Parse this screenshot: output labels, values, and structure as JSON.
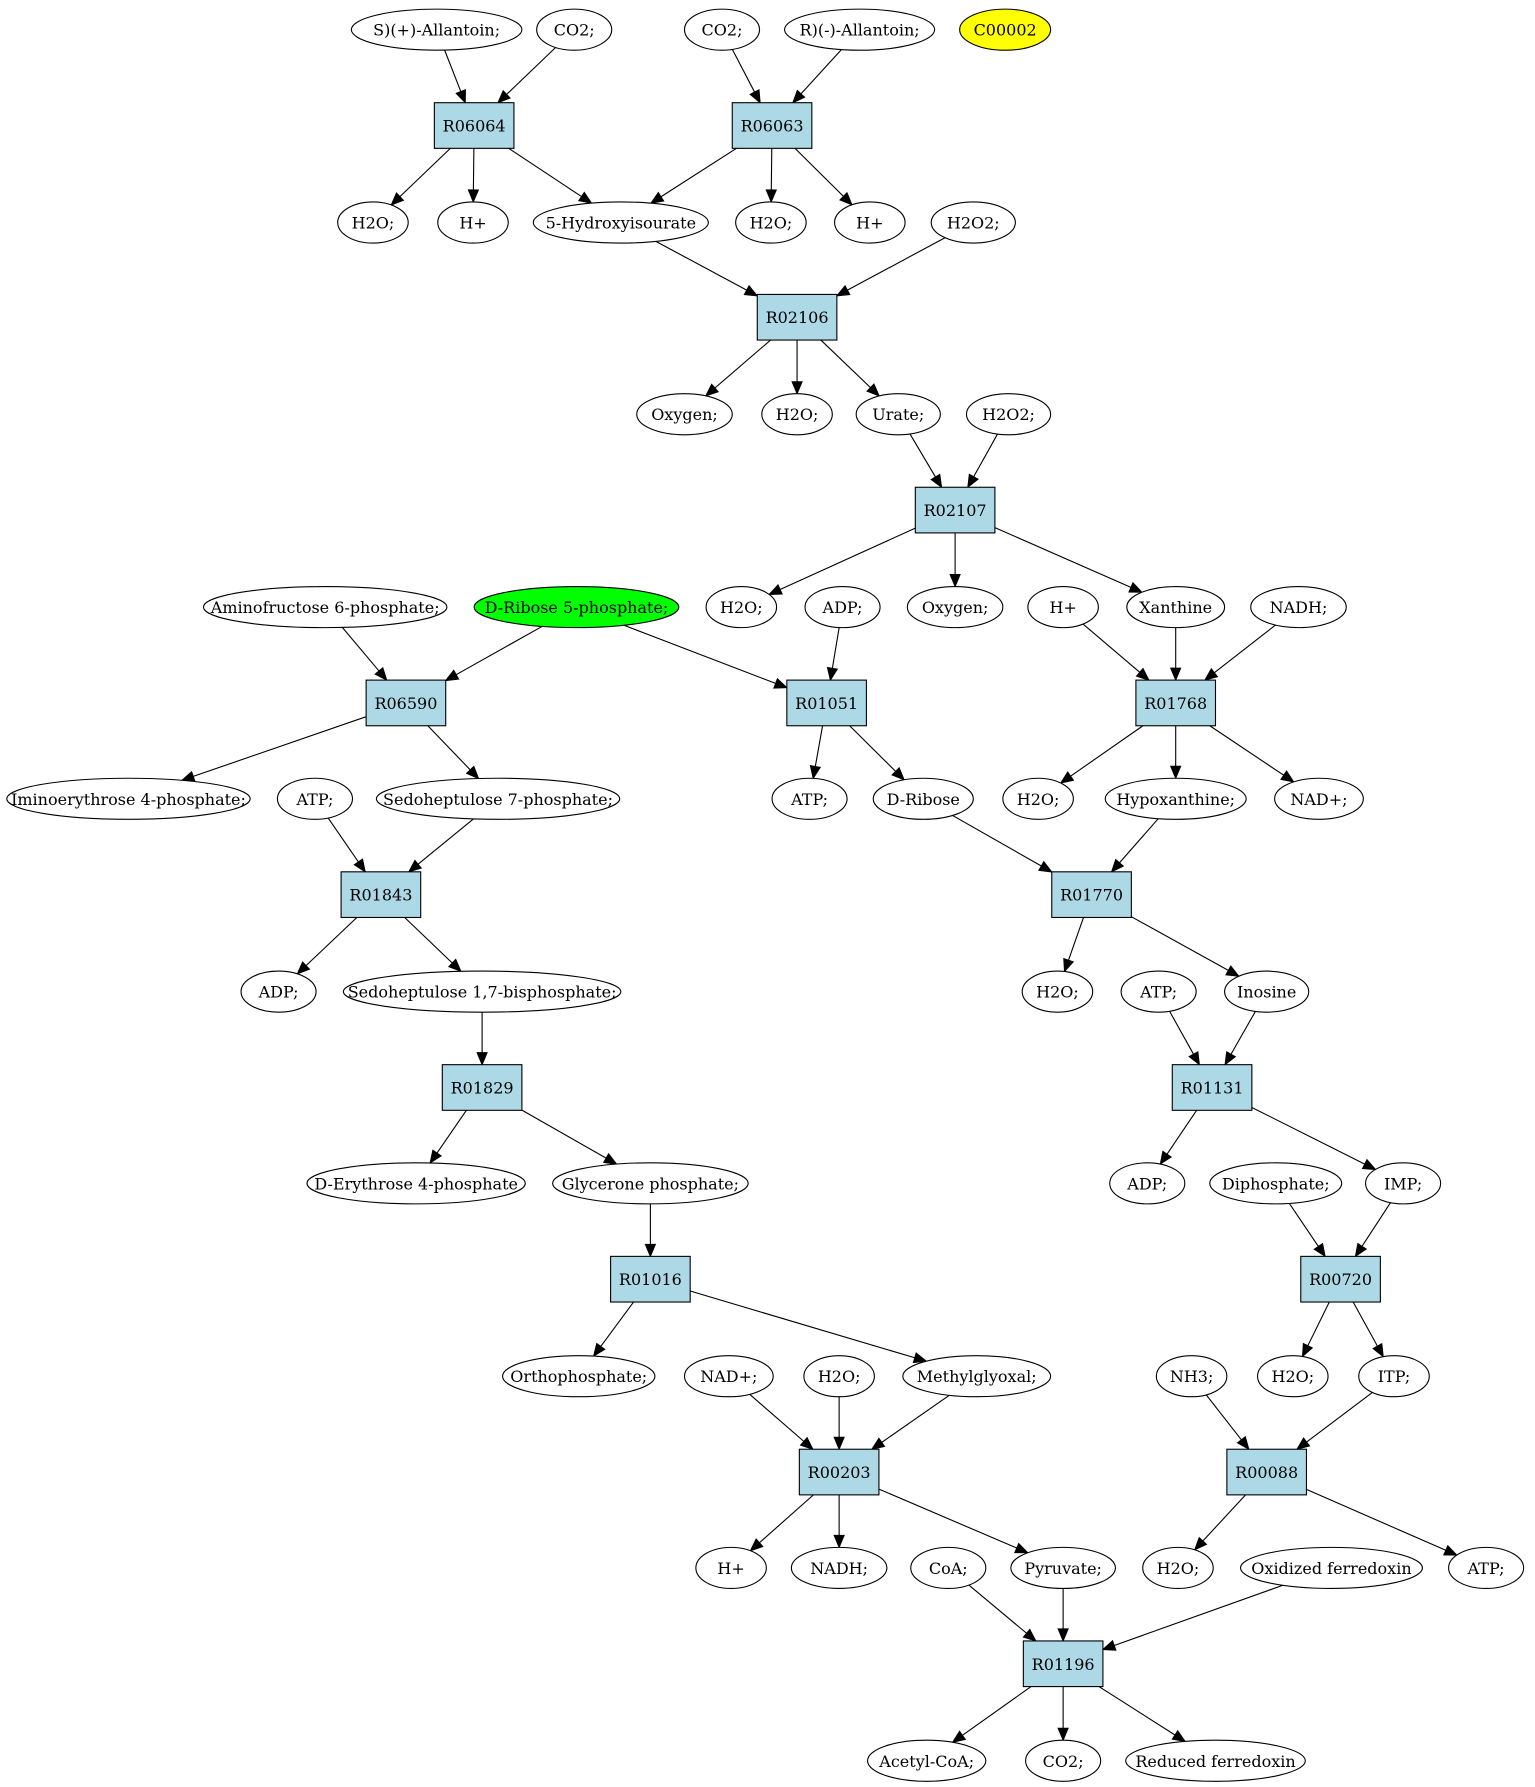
{
  "colors": {
    "reaction_fill": "#add8e6",
    "compound_fill": "#ffffff",
    "highlight_yellow": "#ffff00",
    "highlight_green": "#00ff00",
    "stroke": "#000000"
  },
  "reactions": [
    {
      "id": "r06064",
      "label": "R06064"
    },
    {
      "id": "r06063",
      "label": "R06063"
    },
    {
      "id": "r02106",
      "label": "R02106"
    },
    {
      "id": "r02107",
      "label": "R02107"
    },
    {
      "id": "r06590",
      "label": "R06590"
    },
    {
      "id": "r01051",
      "label": "R01051"
    },
    {
      "id": "r01768",
      "label": "R01768"
    },
    {
      "id": "r01843",
      "label": "R01843"
    },
    {
      "id": "r01770",
      "label": "R01770"
    },
    {
      "id": "r01829",
      "label": "R01829"
    },
    {
      "id": "r01131",
      "label": "R01131"
    },
    {
      "id": "r01016",
      "label": "R01016"
    },
    {
      "id": "r00720",
      "label": "R00720"
    },
    {
      "id": "r00203",
      "label": "R00203"
    },
    {
      "id": "r00088",
      "label": "R00088"
    },
    {
      "id": "r01196",
      "label": "R01196"
    }
  ],
  "compounds": [
    {
      "id": "c_s_allantoin",
      "label": "S)(+)-Allantoin;"
    },
    {
      "id": "c_co2_a",
      "label": "CO2;"
    },
    {
      "id": "c_co2_b",
      "label": "CO2;"
    },
    {
      "id": "c_r_allantoin",
      "label": "R)(-)-Allantoin;"
    },
    {
      "id": "c_c00002",
      "label": "C00002",
      "highlight": "yellow"
    },
    {
      "id": "c_h2o_1",
      "label": "H2O;"
    },
    {
      "id": "c_hplus_1",
      "label": "H+"
    },
    {
      "id": "c_5hiu",
      "label": "5-Hydroxyisourate"
    },
    {
      "id": "c_h2o_2",
      "label": "H2O;"
    },
    {
      "id": "c_hplus_2",
      "label": "H+"
    },
    {
      "id": "c_h2o2_1",
      "label": "H2O2;"
    },
    {
      "id": "c_oxygen_1",
      "label": "Oxygen;"
    },
    {
      "id": "c_h2o_3",
      "label": "H2O;"
    },
    {
      "id": "c_urate",
      "label": "Urate;"
    },
    {
      "id": "c_h2o2_2",
      "label": "H2O2;"
    },
    {
      "id": "c_aminofructose",
      "label": "Aminofructose 6-phosphate;"
    },
    {
      "id": "c_dribose5p",
      "label": "D-Ribose 5-phosphate;",
      "highlight": "green"
    },
    {
      "id": "c_h2o_4",
      "label": "H2O;"
    },
    {
      "id": "c_adp_1",
      "label": "ADP;"
    },
    {
      "id": "c_oxygen_2",
      "label": "Oxygen;"
    },
    {
      "id": "c_hplus_3",
      "label": "H+"
    },
    {
      "id": "c_xanthine",
      "label": "Xanthine"
    },
    {
      "id": "c_nadh_1",
      "label": "NADH;"
    },
    {
      "id": "c_iminoerythrose",
      "label": "Iminoerythrose 4-phosphate;"
    },
    {
      "id": "c_atp_1",
      "label": "ATP;"
    },
    {
      "id": "c_sedo7p",
      "label": "Sedoheptulose 7-phosphate;"
    },
    {
      "id": "c_atp_2",
      "label": "ATP;"
    },
    {
      "id": "c_dribose",
      "label": "D-Ribose"
    },
    {
      "id": "c_h2o_5",
      "label": "H2O;"
    },
    {
      "id": "c_hypoxanthine",
      "label": "Hypoxanthine;"
    },
    {
      "id": "c_nadplus_1",
      "label": "NAD+;"
    },
    {
      "id": "c_adp_2",
      "label": "ADP;"
    },
    {
      "id": "c_sedo17bp",
      "label": "Sedoheptulose 1,7-bisphosphate;"
    },
    {
      "id": "c_h2o_6",
      "label": "H2O;"
    },
    {
      "id": "c_atp_3",
      "label": "ATP;"
    },
    {
      "id": "c_inosine",
      "label": "Inosine"
    },
    {
      "id": "c_derythrose4p",
      "label": "D-Erythrose 4-phosphate"
    },
    {
      "id": "c_glycerone",
      "label": "Glycerone phosphate;"
    },
    {
      "id": "c_adp_3",
      "label": "ADP;"
    },
    {
      "id": "c_diphosphate",
      "label": "Diphosphate;"
    },
    {
      "id": "c_imp",
      "label": "IMP;"
    },
    {
      "id": "c_orthophosphate",
      "label": "Orthophosphate;"
    },
    {
      "id": "c_nadplus_2",
      "label": "NAD+;"
    },
    {
      "id": "c_h2o_7",
      "label": "H2O;"
    },
    {
      "id": "c_methylglyoxal",
      "label": "Methylglyoxal;"
    },
    {
      "id": "c_nh3",
      "label": "NH3;"
    },
    {
      "id": "c_h2o_8",
      "label": "H2O;"
    },
    {
      "id": "c_itp",
      "label": "ITP;"
    },
    {
      "id": "c_hplus_4",
      "label": "H+"
    },
    {
      "id": "c_nadh_2",
      "label": "NADH;"
    },
    {
      "id": "c_coa",
      "label": "CoA;"
    },
    {
      "id": "c_pyruvate",
      "label": "Pyruvate;"
    },
    {
      "id": "c_h2o_9",
      "label": "H2O;"
    },
    {
      "id": "c_oxferredoxin",
      "label": "Oxidized ferredoxin"
    },
    {
      "id": "c_atp_4",
      "label": "ATP;"
    },
    {
      "id": "c_acetylcoa",
      "label": "Acetyl-CoA;"
    },
    {
      "id": "c_co2_c",
      "label": "CO2;"
    },
    {
      "id": "c_redferredoxin",
      "label": "Reduced ferredoxin"
    }
  ],
  "edges": [
    [
      "c_s_allantoin",
      "r06064"
    ],
    [
      "c_co2_a",
      "r06064"
    ],
    [
      "r06064",
      "c_h2o_1"
    ],
    [
      "r06064",
      "c_hplus_1"
    ],
    [
      "r06064",
      "c_5hiu"
    ],
    [
      "c_co2_b",
      "r06063"
    ],
    [
      "c_r_allantoin",
      "r06063"
    ],
    [
      "r06063",
      "c_5hiu"
    ],
    [
      "r06063",
      "c_h2o_2"
    ],
    [
      "r06063",
      "c_hplus_2"
    ],
    [
      "c_5hiu",
      "r02106"
    ],
    [
      "c_h2o2_1",
      "r02106"
    ],
    [
      "r02106",
      "c_oxygen_1"
    ],
    [
      "r02106",
      "c_h2o_3"
    ],
    [
      "r02106",
      "c_urate"
    ],
    [
      "c_urate",
      "r02107"
    ],
    [
      "c_h2o2_2",
      "r02107"
    ],
    [
      "r02107",
      "c_h2o_4"
    ],
    [
      "r02107",
      "c_oxygen_2"
    ],
    [
      "r02107",
      "c_xanthine"
    ],
    [
      "c_aminofructose",
      "r06590"
    ],
    [
      "c_dribose5p",
      "r06590"
    ],
    [
      "r06590",
      "c_iminoerythrose"
    ],
    [
      "r06590",
      "c_sedo7p"
    ],
    [
      "c_dribose5p",
      "r01051"
    ],
    [
      "c_adp_1",
      "r01051"
    ],
    [
      "r01051",
      "c_atp_2"
    ],
    [
      "r01051",
      "c_dribose"
    ],
    [
      "c_hplus_3",
      "r01768"
    ],
    [
      "c_xanthine",
      "r01768"
    ],
    [
      "c_nadh_1",
      "r01768"
    ],
    [
      "r01768",
      "c_h2o_5"
    ],
    [
      "r01768",
      "c_hypoxanthine"
    ],
    [
      "r01768",
      "c_nadplus_1"
    ],
    [
      "c_atp_1",
      "r01843"
    ],
    [
      "c_sedo7p",
      "r01843"
    ],
    [
      "r01843",
      "c_adp_2"
    ],
    [
      "r01843",
      "c_sedo17bp"
    ],
    [
      "c_dribose",
      "r01770"
    ],
    [
      "c_hypoxanthine",
      "r01770"
    ],
    [
      "r01770",
      "c_h2o_6"
    ],
    [
      "r01770",
      "c_inosine"
    ],
    [
      "c_sedo17bp",
      "r01829"
    ],
    [
      "r01829",
      "c_derythrose4p"
    ],
    [
      "r01829",
      "c_glycerone"
    ],
    [
      "c_atp_3",
      "r01131"
    ],
    [
      "c_inosine",
      "r01131"
    ],
    [
      "r01131",
      "c_adp_3"
    ],
    [
      "r01131",
      "c_imp"
    ],
    [
      "c_glycerone",
      "r01016"
    ],
    [
      "r01016",
      "c_orthophosphate"
    ],
    [
      "r01016",
      "c_methylglyoxal"
    ],
    [
      "c_diphosphate",
      "r00720"
    ],
    [
      "c_imp",
      "r00720"
    ],
    [
      "r00720",
      "c_h2o_8"
    ],
    [
      "r00720",
      "c_itp"
    ],
    [
      "c_nadplus_2",
      "r00203"
    ],
    [
      "c_h2o_7",
      "r00203"
    ],
    [
      "c_methylglyoxal",
      "r00203"
    ],
    [
      "r00203",
      "c_hplus_4"
    ],
    [
      "r00203",
      "c_nadh_2"
    ],
    [
      "r00203",
      "c_pyruvate"
    ],
    [
      "c_nh3",
      "r00088"
    ],
    [
      "c_itp",
      "r00088"
    ],
    [
      "r00088",
      "c_h2o_9"
    ],
    [
      "r00088",
      "c_atp_4"
    ],
    [
      "c_coa",
      "r01196"
    ],
    [
      "c_pyruvate",
      "r01196"
    ],
    [
      "c_oxferredoxin",
      "r01196"
    ],
    [
      "r01196",
      "c_acetylcoa"
    ],
    [
      "r01196",
      "c_co2_c"
    ],
    [
      "r01196",
      "c_redferredoxin"
    ]
  ]
}
